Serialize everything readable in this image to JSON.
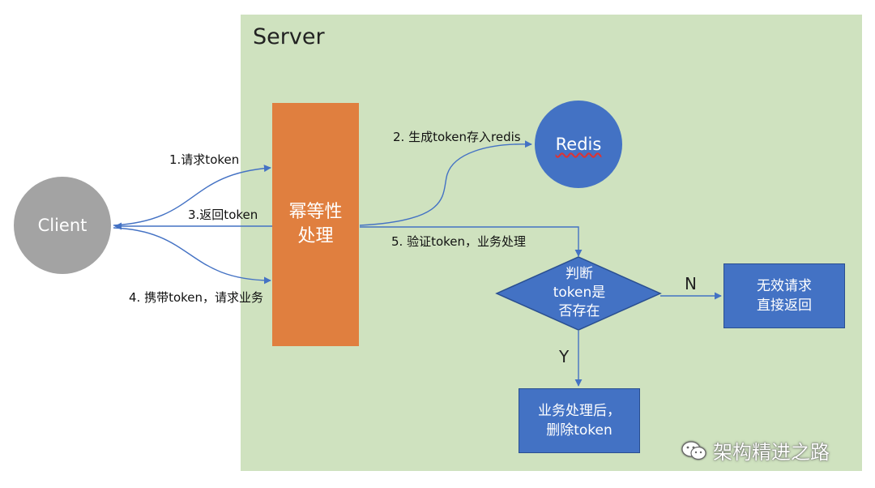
{
  "server": {
    "title": "Server",
    "color": "#cfe2bf"
  },
  "client": {
    "label": "Client",
    "color": "#a3a3a3"
  },
  "idempotency": {
    "line1": "幂等性",
    "line2": "处理",
    "color": "#e07f3f"
  },
  "redis": {
    "label": "Redis",
    "color": "#4372c4"
  },
  "edges": {
    "request_token": "1.请求token",
    "store_token": "2. 生成token存入redis",
    "return_token": "3.返回token",
    "carry_token": "4. 携带token，请求业务",
    "verify_token": "5. 验证token，业务处理"
  },
  "decision": {
    "line1": "判断",
    "line2": "token是",
    "line3": "否存在"
  },
  "branches": {
    "no": "N",
    "yes": "Y"
  },
  "reject": {
    "line1": "无效请求",
    "line2": "直接返回"
  },
  "process": {
    "line1": "业务处理后，",
    "line2": "删除token"
  },
  "watermark": {
    "text": "架构精进之路",
    "icon": "wechat-icon"
  },
  "line_color": "#4472c4"
}
